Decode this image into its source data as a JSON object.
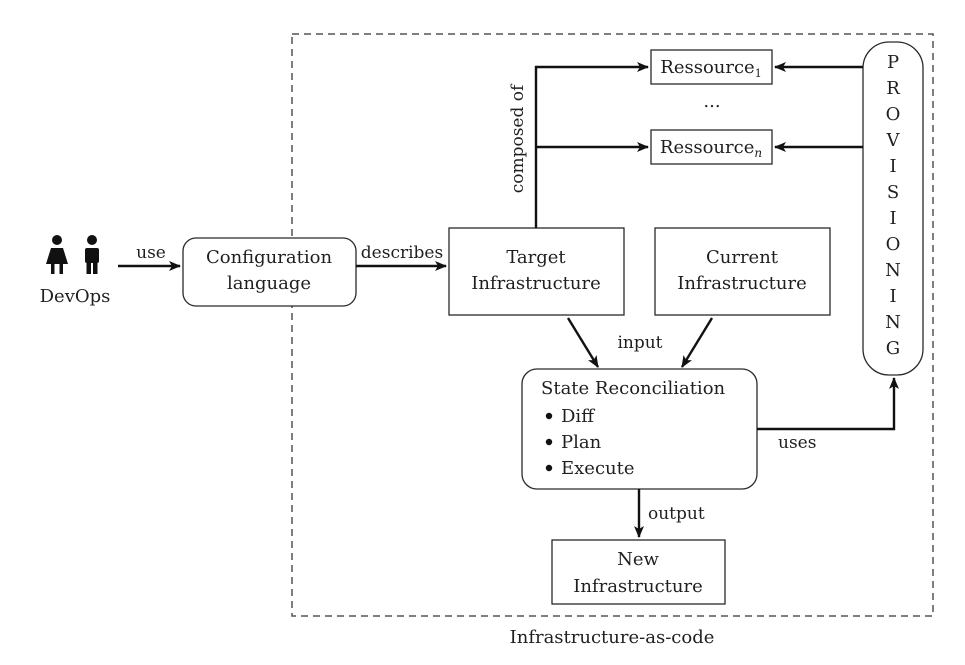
{
  "frame": {
    "label": "Infrastructure-as-code"
  },
  "actor": {
    "label": "DevOps"
  },
  "nodes": {
    "config": {
      "line1": "Configuration",
      "line2": "language"
    },
    "target": {
      "line1": "Target",
      "line2": "Infrastructure"
    },
    "current": {
      "line1": "Current",
      "line2": "Infrastructure"
    },
    "reconciliation": {
      "title": "State Reconciliation",
      "steps": [
        "Diff",
        "Plan",
        "Execute"
      ]
    },
    "new_infra": {
      "line1": "New",
      "line2": "Infrastructure"
    },
    "resource_1": {
      "name": "Ressource",
      "subscript": "1"
    },
    "ellipsis": "...",
    "resource_n": {
      "name": "Ressource",
      "subscript": "n"
    },
    "provisioning": {
      "letters": [
        "P",
        "R",
        "O",
        "V",
        "I",
        "S",
        "I",
        "O",
        "N",
        "I",
        "N",
        "G"
      ]
    }
  },
  "edges": {
    "use": "use",
    "describes": "describes",
    "composed_of": "composed of",
    "input": "input",
    "output": "output",
    "uses": "uses"
  },
  "colors": {
    "line": "#111111",
    "border": "#2a2a2a",
    "dashed": "#555555"
  }
}
